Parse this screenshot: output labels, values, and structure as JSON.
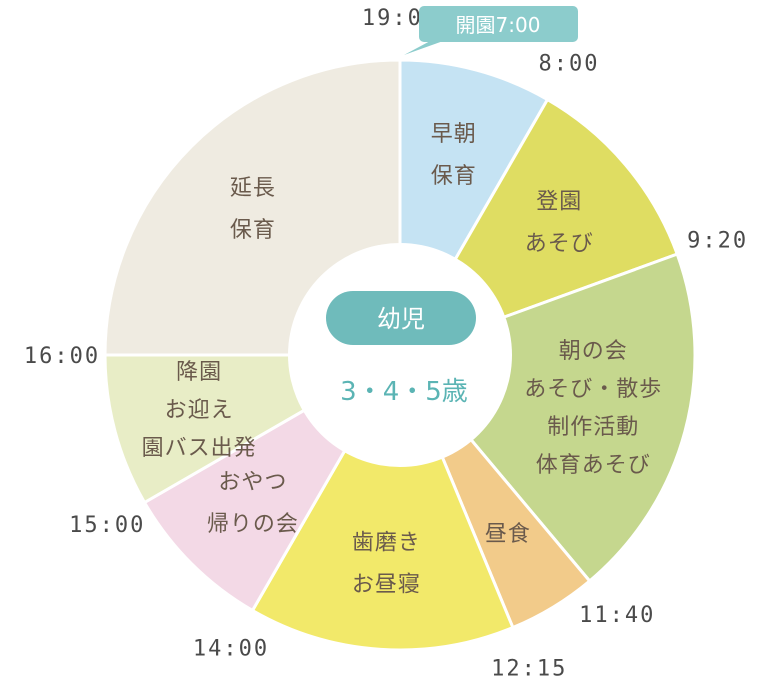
{
  "opening_badge": {
    "text": "開園7:00",
    "color": "#8ccccc"
  },
  "center": {
    "title": "幼児",
    "ages": "3・4・5歳",
    "pill_color": "#6fbbbb",
    "text_color": "#5bb4b4"
  },
  "schedule": [
    {
      "start": "7:00",
      "end": "8:00",
      "start_min": 420,
      "end_min": 480,
      "color": "#c5e3f3",
      "lines": [
        "早朝",
        "保育"
      ]
    },
    {
      "start": "8:00",
      "end": "9:20",
      "start_min": 480,
      "end_min": 560,
      "color": "#dfdd62",
      "lines": [
        "登園",
        "あそび"
      ]
    },
    {
      "start": "9:20",
      "end": "11:40",
      "start_min": 560,
      "end_min": 700,
      "color": "#c5d78e",
      "lines": [
        "朝の会",
        "あそび・散歩",
        "制作活動",
        "体育あそび"
      ]
    },
    {
      "start": "11:40",
      "end": "12:15",
      "start_min": 700,
      "end_min": 735,
      "color": "#f2cb8a",
      "lines": [
        "昼食"
      ]
    },
    {
      "start": "12:15",
      "end": "14:00",
      "start_min": 735,
      "end_min": 840,
      "color": "#f2e96a",
      "lines": [
        "歯磨き",
        "お昼寝"
      ]
    },
    {
      "start": "14:00",
      "end": "15:00",
      "start_min": 840,
      "end_min": 900,
      "color": "#f3d9e6",
      "lines": [
        "おやつ",
        "帰りの会"
      ]
    },
    {
      "start": "15:00",
      "end": "16:00",
      "start_min": 900,
      "end_min": 960,
      "color": "#e8edc6",
      "lines": [
        "降園",
        "お迎え",
        "園バス出発"
      ]
    },
    {
      "start": "16:00",
      "end": "19:00",
      "start_min": 960,
      "end_min": 1140,
      "color": "#efebe1",
      "lines": [
        "延長",
        "保育"
      ]
    }
  ],
  "time_marks": [
    "8:00",
    "9:20",
    "11:40",
    "12:15",
    "14:00",
    "15:00",
    "16:00",
    "19:00"
  ]
}
